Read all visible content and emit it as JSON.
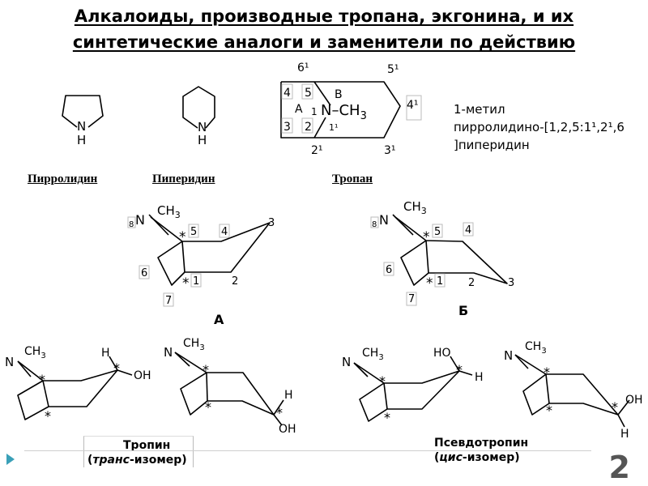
{
  "title": {
    "line1": "Алкалоиды, производные тропана, экгонина, и их",
    "line2": "синтетические аналоги и заменители по действию"
  },
  "molecules": {
    "pyrrolidine": {
      "atom": "N",
      "h": "H",
      "label": "Пирролидин"
    },
    "piperidine": {
      "atom": "N",
      "h": "H",
      "label": "Пиперидин"
    },
    "tropane": {
      "label": "Тропан",
      "num_6": "6¹",
      "num_5": "5¹",
      "num_4": "4¹",
      "num_3": "3¹",
      "num_2": "2¹",
      "box4": "4",
      "box5": "5",
      "box3": "3",
      "box2": "2",
      "ring_a": "A",
      "ring_b": "B",
      "n1": "1",
      "n11": "1¹",
      "n_ch3": "N–CH",
      "sub3": "3"
    }
  },
  "description": {
    "line1": "1-метил",
    "line2": "пирролидино-[1,2,5:1¹,2¹,6",
    "line3": "]пиперидин"
  },
  "conformers": {
    "a": {
      "letter": "А",
      "n": "N",
      "ch3": "CH",
      "sub": "3",
      "l8": "8",
      "l5": "5",
      "l4": "4",
      "l3": "3",
      "l6": "6",
      "l1": "1",
      "l2": "2",
      "l7": "7"
    },
    "b": {
      "letter": "Б",
      "n": "N",
      "ch3": "CH",
      "sub": "3",
      "l8": "8",
      "l5": "5",
      "l4": "4",
      "l3": "3",
      "l6": "6",
      "l1": "1",
      "l2": "2",
      "l7": "7"
    }
  },
  "isomers": {
    "tropine": {
      "name": "Тропин",
      "detail_em": "транс",
      "detail_rest": "-изомер)",
      "open": "("
    },
    "pseudotropine": {
      "name": "Псевдотропин",
      "detail_em": "цис",
      "detail_rest": "-изомер)",
      "open": "("
    },
    "n": "N",
    "ch3": "CH",
    "sub": "3",
    "h": "H",
    "oh": "OH",
    "ho": "HO",
    "star": "*"
  },
  "page_number": "2",
  "colors": {
    "accent": "#3aa0b8",
    "page_num": "#555555"
  }
}
